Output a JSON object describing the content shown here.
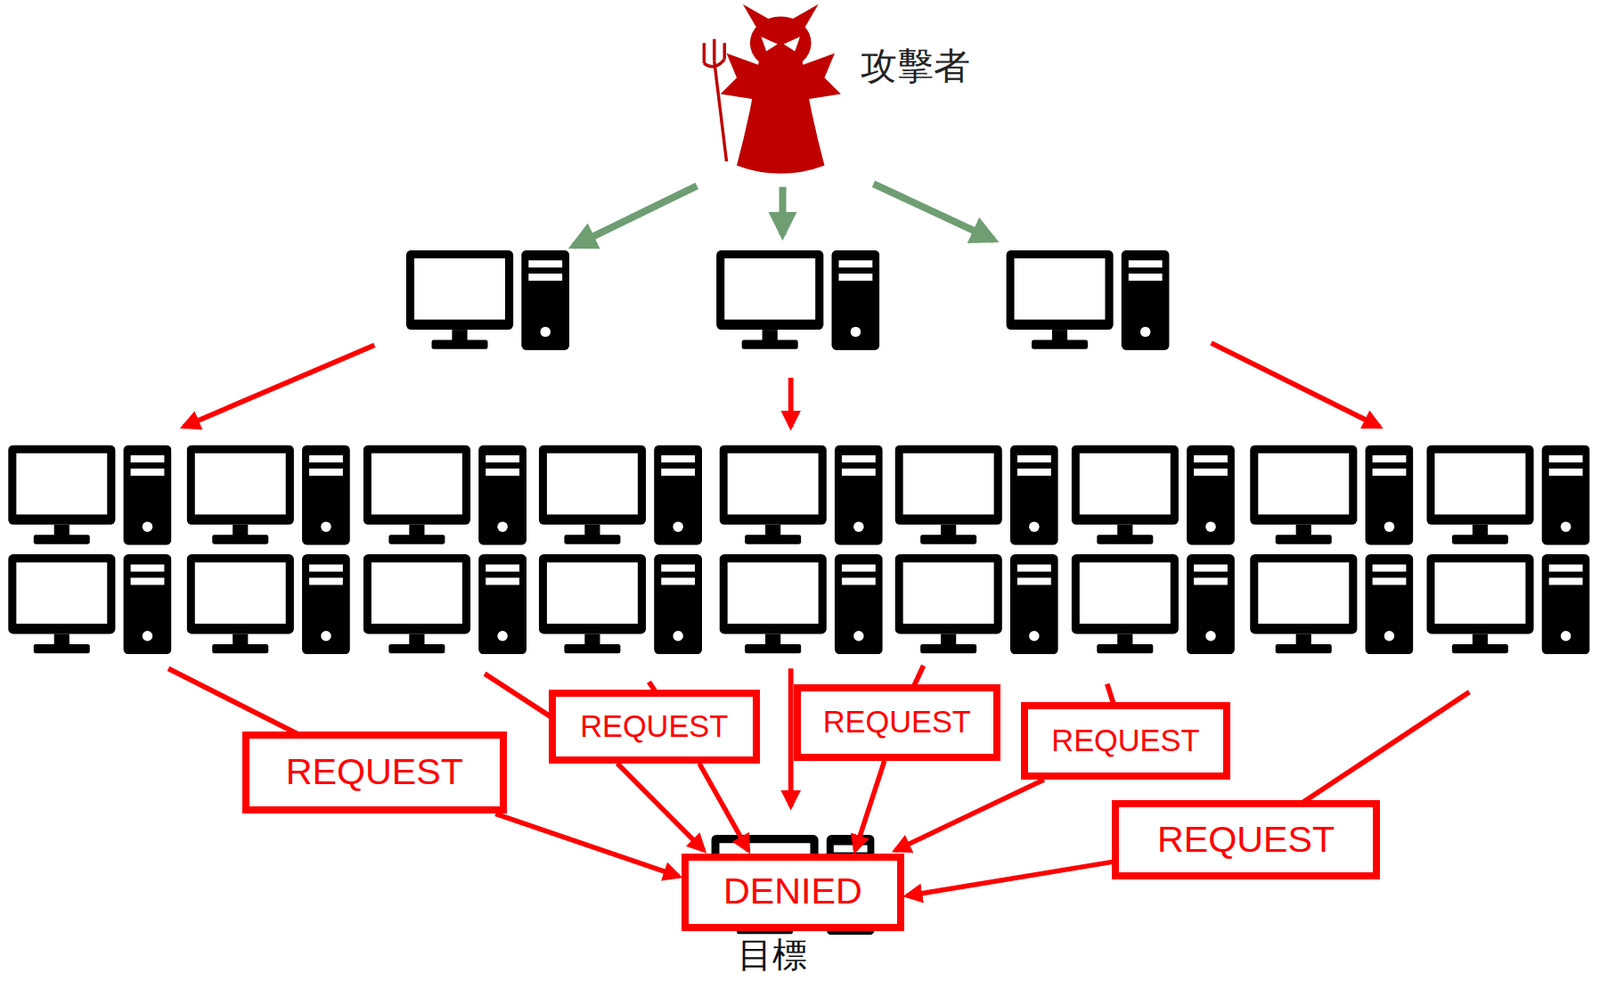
{
  "diagram": {
    "nodes": [
      {
        "text": [
          "REQUEST"
        ]
      },
      {
        "text": [
          "REQUEST"
        ]
      },
      {
        "text": [
          "REQUEST"
        ]
      },
      {
        "text": [
          "REQUEST"
        ]
      },
      {
        "text": [
          "REQUEST"
        ]
      },
      {
        "text": [
          "DENIED"
        ]
      }
    ],
    "edges": [
      {
        "from": 0,
        "to": 5,
        "arrow": "to"
      },
      {
        "from": 1,
        "to": 5,
        "arrow": "to"
      },
      {
        "from": 1,
        "to": 5,
        "arrow": "to"
      },
      {
        "from": 2,
        "to": 5,
        "arrow": "to"
      },
      {
        "from": 3,
        "to": 5,
        "arrow": "to"
      },
      {
        "from": 4,
        "to": 5,
        "arrow": "to"
      }
    ],
    "labels": [
      "攻擊者",
      "目標"
    ]
  }
}
